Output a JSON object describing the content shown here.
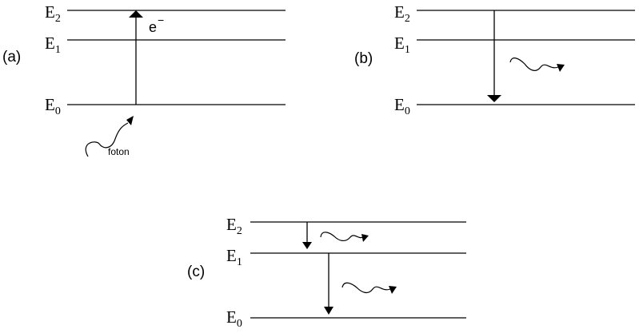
{
  "panels": [
    {
      "label": "(a)",
      "levels": [
        {
          "symbol": "E",
          "sub": "2"
        },
        {
          "symbol": "E",
          "sub": "1"
        },
        {
          "symbol": "E",
          "sub": "0"
        }
      ],
      "electron_symbol": "e",
      "electron_charge": "−",
      "photon_label": "foton"
    },
    {
      "label": "(b)",
      "levels": [
        {
          "symbol": "E",
          "sub": "2"
        },
        {
          "symbol": "E",
          "sub": "1"
        },
        {
          "symbol": "E",
          "sub": "0"
        }
      ]
    },
    {
      "label": "(c)",
      "levels": [
        {
          "symbol": "E",
          "sub": "2"
        },
        {
          "symbol": "E",
          "sub": "1"
        },
        {
          "symbol": "E",
          "sub": "0"
        }
      ]
    }
  ]
}
